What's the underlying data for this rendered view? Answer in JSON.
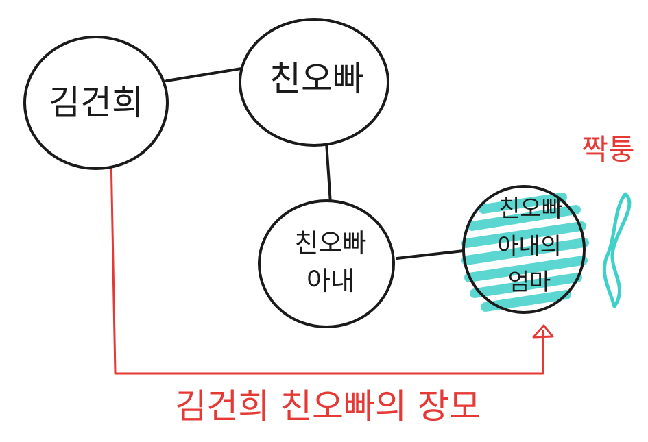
{
  "nodes": {
    "kim_keonhee": {
      "label": "김건희"
    },
    "brother": {
      "label": "친오빠"
    },
    "brother_wife": {
      "line1": "친오빠",
      "line2": "아내"
    },
    "wife_mother": {
      "line1": "친오빠",
      "line2": "아내의",
      "line3": "엄마"
    }
  },
  "annotations": {
    "accomplice": "짝퉁",
    "relation_label": "김건희 친오빠의 장모"
  },
  "colors": {
    "ink": "#1a1a1a",
    "red": "#e53935",
    "highlight": "#3fd0c9"
  }
}
